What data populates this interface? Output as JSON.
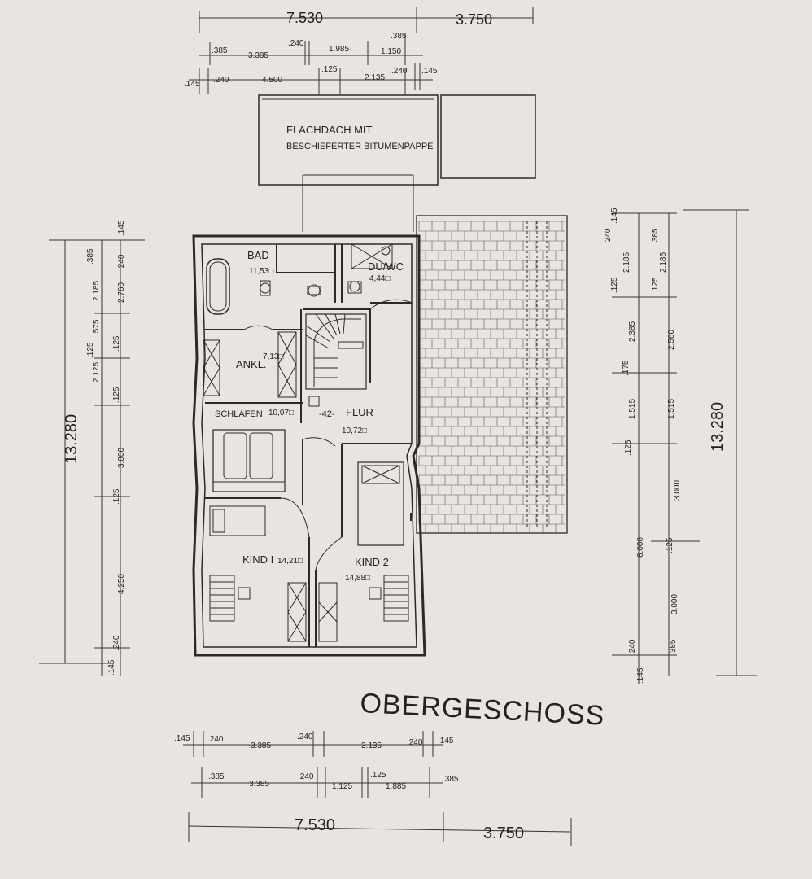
{
  "plan": {
    "title": "OBERGESCHOSS",
    "roof_note_line1": "FLACHDACH MIT",
    "roof_note_line2": "BESCHIEFERTER BITUMENPAPPE",
    "rooms": {
      "bad": {
        "name": "BAD",
        "area": "11,53□"
      },
      "duwc": {
        "name": "DU/WC",
        "area": "4,44□"
      },
      "ankl": {
        "name": "ANKL.",
        "area": "7,13□"
      },
      "schlafen": {
        "name": "SCHLAFEN",
        "area": "10,07□"
      },
      "flur": {
        "name": "FLUR",
        "area": "10,72□"
      },
      "kind1": {
        "name": "KIND I",
        "area": "14,21□"
      },
      "kind2": {
        "name": "KIND 2",
        "area": "14,88□"
      },
      "shaft": {
        "label": "-42-"
      }
    },
    "top_dims": {
      "main": "7.530",
      "extra": "3.750",
      "row1": [
        ".385",
        "3.385",
        ".240",
        "1.985",
        ".385",
        "1.150"
      ],
      "row2": [
        ".145",
        ".240",
        "4.500",
        ".125",
        "2.135",
        ".240",
        ".145"
      ]
    },
    "bottom_dims": {
      "row1": [
        ".145",
        ".240",
        "3.385",
        ".240",
        "3.135",
        ".240",
        ".145"
      ],
      "row2": [
        ".385",
        "3.385",
        ".240",
        "1.125",
        ".125",
        "1.885",
        ".385"
      ],
      "main": "7.530",
      "extra": "3.750"
    },
    "left_dims": {
      "total": "13.280",
      "inner": [
        ".145",
        ".385",
        "2.185",
        ".575",
        ".125",
        "2.125",
        ".125",
        "3.000",
        ".125",
        "4.250",
        ".240",
        ".145"
      ],
      "outer": [
        ".240",
        "2.760",
        ".125",
        ".125"
      ]
    },
    "right_dims": {
      "total": "13.280",
      "inner": [
        ".145",
        ".240",
        "2.185",
        ".125",
        "2.385",
        ".175",
        "1.515",
        ".125",
        "6.000",
        ".240",
        ".145"
      ],
      "outer": [
        ".385",
        "2.185",
        ".125",
        "2.560",
        "1.515",
        "3.000",
        ".125",
        "3.000",
        ".385"
      ]
    }
  }
}
